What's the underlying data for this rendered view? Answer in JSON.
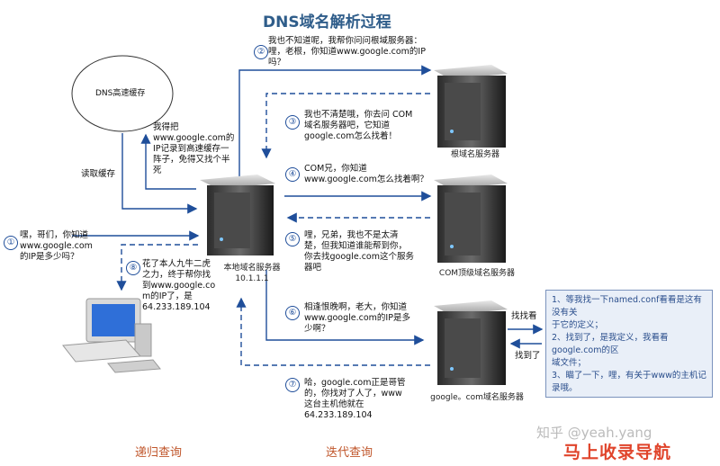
{
  "title": "DNS域名解析过程",
  "cache_label": "DNS高速缓存",
  "read_cache": "读取缓存",
  "store_cache": "我得把\nwww.google.com的\nIP记录到高速缓存一\n阵子，免得又找个半\n死",
  "steps": {
    "s1": {
      "num": "①",
      "text": "嘿，哥们，你知道\nwww.google.com\n的IP是多少吗？"
    },
    "s2": {
      "num": "②",
      "text": "我也不知道呢，我帮你问问根域服务器：\n哩，老根，你知道www.google.com的IP\n吗？"
    },
    "s3": {
      "num": "③",
      "text": "我也不清楚哦，你去问  COM\n域名服务器吧，它知道\ngoogle.com怎么找着！"
    },
    "s4": {
      "num": "④",
      "text": "COM兄，你知道\nwww.google.com怎么找着啊？"
    },
    "s5": {
      "num": "⑤",
      "text": "哩，兄弟，我也不是太清\n楚，但我知道谁能帮到你，\n你去找google.com这个服务\n器吧"
    },
    "s6": {
      "num": "⑥",
      "text": "相逢恨晚啊，老大，你知道\nwww.google.com的IP是多\n少啊？"
    },
    "s7": {
      "num": "⑦",
      "text": "哈，google.com正是哥管\n的，你找对了人了，www\n这台主机他就在\n64.233.189.104"
    },
    "s8": {
      "num": "⑧",
      "text": "花了本人九牛二虎\n之力，终于帮你找\n到www.google.co\nm的IP了，是\n64.233.189.104"
    }
  },
  "local_server": "本地域名服务器\n10.1.1.1",
  "root_server": "根域名服务器",
  "com_server": "COM顶级域名服务器",
  "google_server": "google。com域名服务器",
  "find_look": "找找看",
  "found_it": "找到了",
  "note": "1、等我找一下named.conf看看是这有没有关\n于它的定义；\n2、找到了，是我定义，我看看google.com的区\n域文件；\n3、瞄了一下，哩，有关于www的主机记录哦。",
  "bottom_left": "递归查询",
  "bottom_right": "迭代查询",
  "watermark": "知乎 @yeah.yang",
  "brand": "马上收录导航"
}
